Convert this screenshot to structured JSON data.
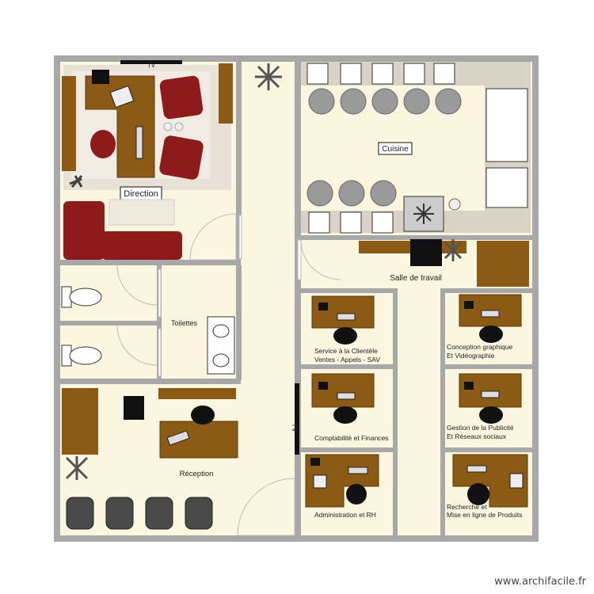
{
  "rooms": {
    "direction": "Direction",
    "cuisine": "Cuisine",
    "salle_travail": "Salle de travail",
    "toilettes": "Toilettes",
    "reception": "Réception",
    "service_l1": "Service à la Clientèle",
    "service_l2": "Ventes - Appels - SAV",
    "conception_l1": "Conception graphique",
    "conception_l2": "Et Vidéographie",
    "compta": "Comptabilité et Finances",
    "gestion_l1": "Gestion de la Publicité",
    "gestion_l2": "Et Réseaux sociaux",
    "admin": "Administration et RH",
    "recherche_l1": "Recherche et",
    "recherche_l2": "Mise en ligne de Produits"
  },
  "tv_labels": {
    "top": "TV",
    "middle": "TV"
  },
  "watermark": "www.archifacile.fr",
  "colors": {
    "wall": "#a8a8a8",
    "floor": "#fbf6df",
    "wood": "#8b5a14",
    "sofa": "#8e1b1b",
    "counter": "#d9d3c6",
    "chair": "#9a9a9a"
  }
}
